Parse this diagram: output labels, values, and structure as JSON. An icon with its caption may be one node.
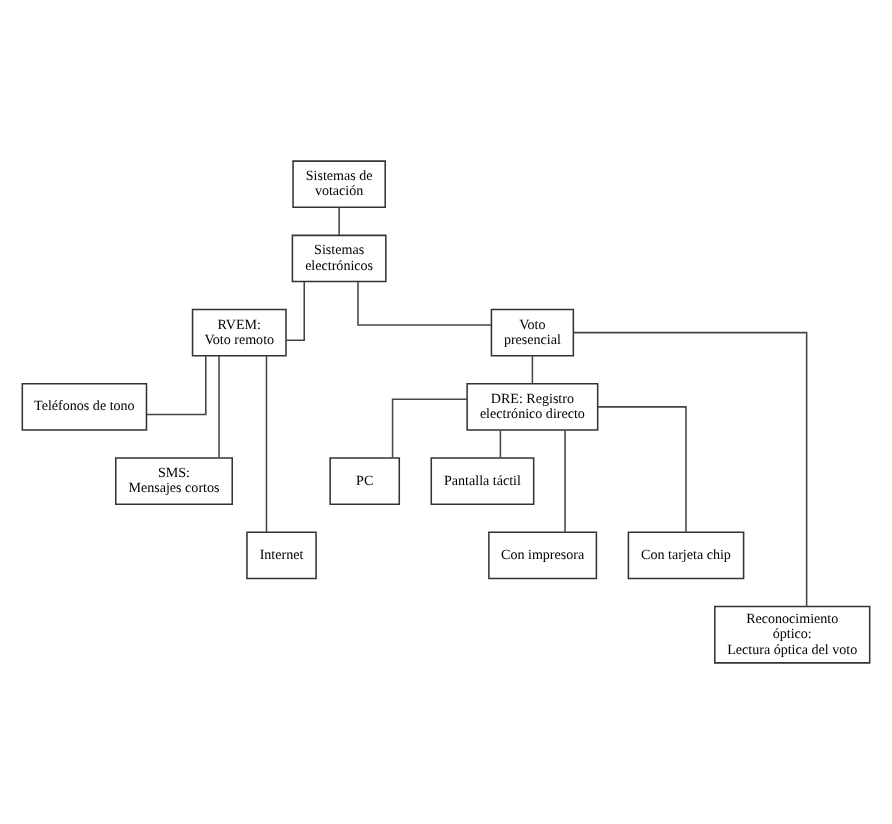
{
  "diagram": {
    "nodes": [
      {
        "text": [
          "Sistemas de votación"
        ]
      },
      {
        "text": [
          "Sistemas electrónicos"
        ]
      },
      {
        "text": [
          "RVEM: Voto remoto"
        ]
      },
      {
        "text": [
          "Voto presencial"
        ]
      },
      {
        "text": [
          "Teléfonos de tono"
        ]
      },
      {
        "text": [
          "SMS: Mensajes cortos"
        ]
      },
      {
        "text": [
          "Internet"
        ]
      },
      {
        "text": [
          "DRE: Registro electrónico directo"
        ]
      },
      {
        "text": [
          "PC"
        ]
      },
      {
        "text": [
          "Pantalla táctil"
        ]
      },
      {
        "text": [
          "Con impresora"
        ]
      },
      {
        "text": [
          "Con tarjeta chip"
        ]
      },
      {
        "text": [
          "Reconocimiento óptico: Lectura óptica del voto"
        ]
      }
    ],
    "edges": [
      {
        "from": 0,
        "to": 1,
        "arrow": "none"
      },
      {
        "from": 1,
        "to": 2,
        "arrow": "none"
      },
      {
        "from": 1,
        "to": 3,
        "arrow": "none"
      },
      {
        "from": 2,
        "to": 4,
        "arrow": "none"
      },
      {
        "from": 2,
        "to": 5,
        "arrow": "none"
      },
      {
        "from": 2,
        "to": 6,
        "arrow": "none"
      },
      {
        "from": 3,
        "to": 7,
        "arrow": "none"
      },
      {
        "from": 3,
        "to": 12,
        "arrow": "none"
      },
      {
        "from": 7,
        "to": 8,
        "arrow": "none"
      },
      {
        "from": 7,
        "to": 9,
        "arrow": "none"
      },
      {
        "from": 7,
        "to": 10,
        "arrow": "none"
      },
      {
        "from": 7,
        "to": 11,
        "arrow": "none"
      }
    ]
  }
}
